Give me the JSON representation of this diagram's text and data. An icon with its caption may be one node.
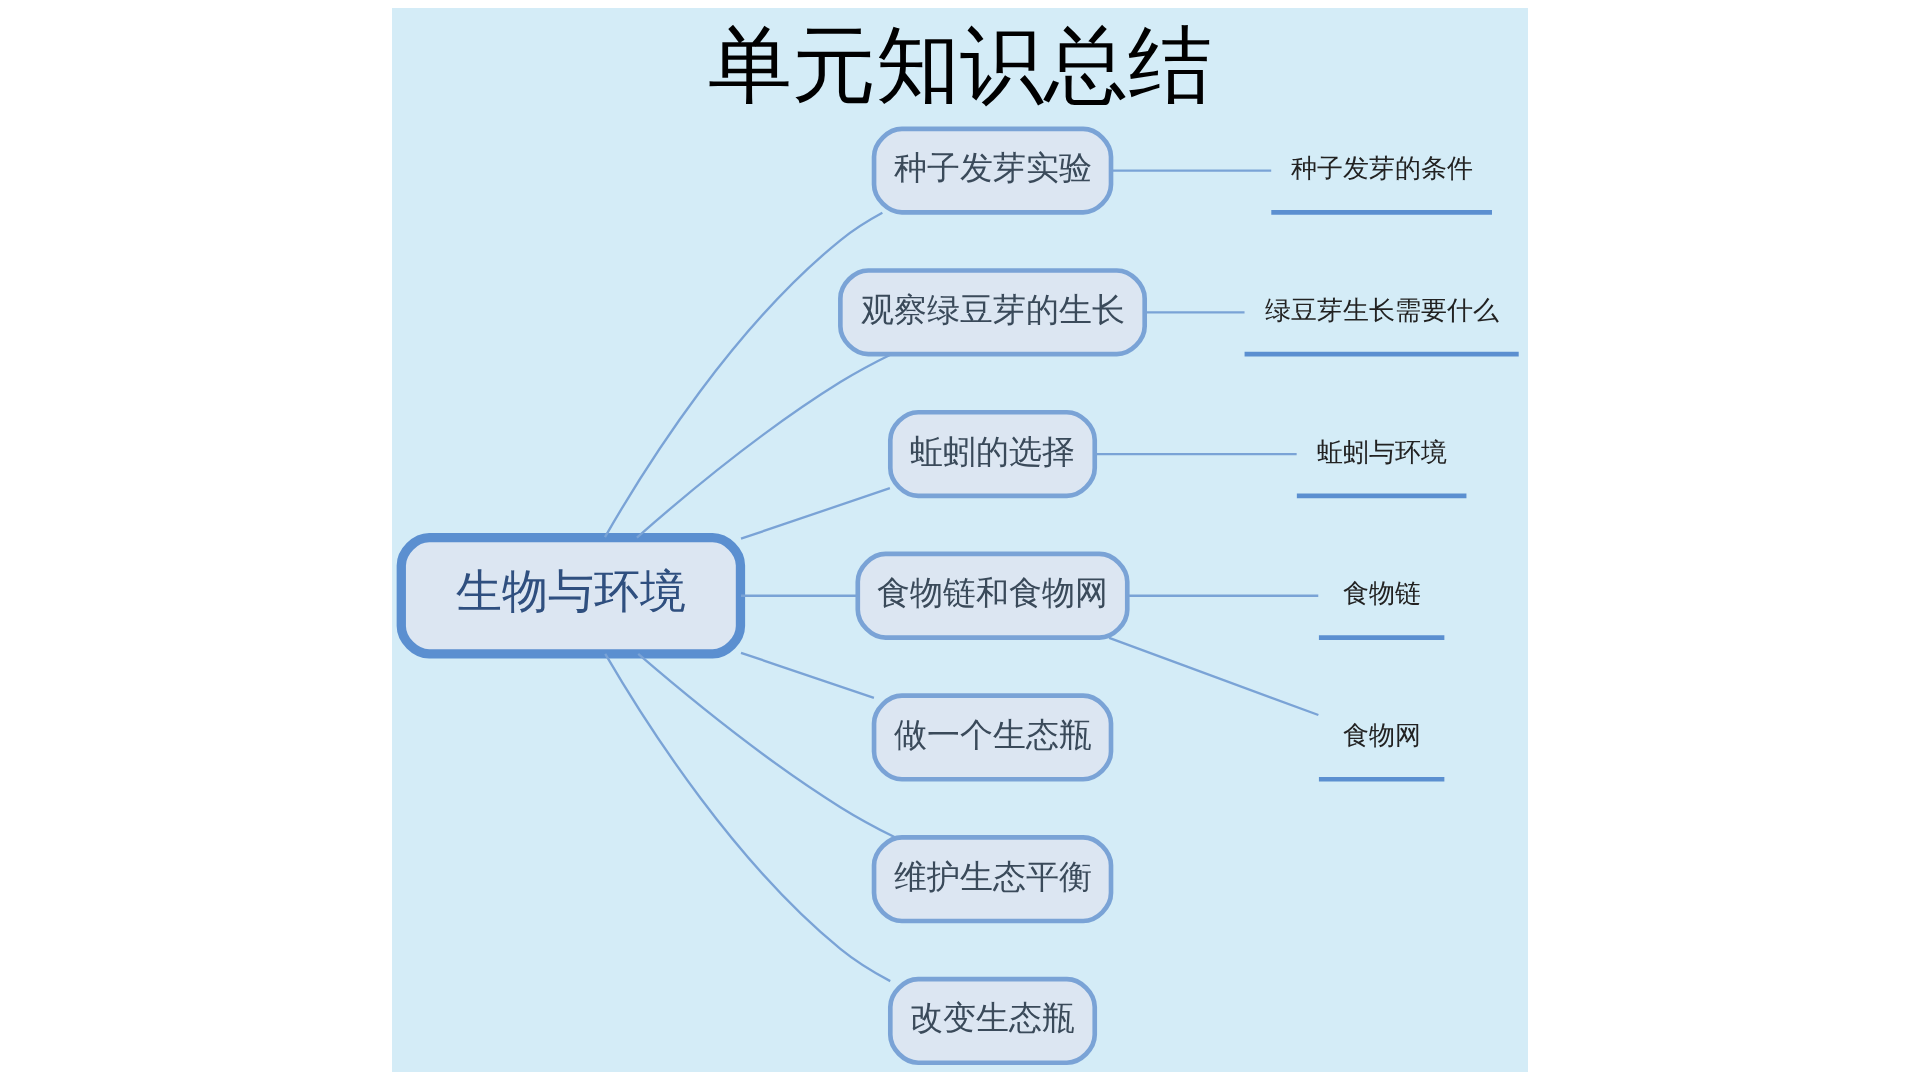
{
  "diagram": {
    "title": "单元知识总结",
    "nodes": [
      {
        "text": [
          "生物与环境"
        ]
      },
      {
        "text": [
          "种子发芽实验"
        ]
      },
      {
        "text": [
          "种子发芽的条件"
        ]
      },
      {
        "text": [
          "观察绿豆芽的生长"
        ]
      },
      {
        "text": [
          "绿豆芽生长需要什么"
        ]
      },
      {
        "text": [
          "蚯蚓的选择"
        ]
      },
      {
        "text": [
          "蚯蚓与环境"
        ]
      },
      {
        "text": [
          "食物链和食物网"
        ]
      },
      {
        "text": [
          "食物链"
        ]
      },
      {
        "text": [
          "食物网"
        ]
      },
      {
        "text": [
          "做一个生态瓶"
        ]
      },
      {
        "text": [
          "维护生态平衡"
        ]
      },
      {
        "text": [
          "改变生态瓶"
        ]
      }
    ],
    "edges": [
      {
        "from": 0,
        "to": 1,
        "arrow": "none"
      },
      {
        "from": 1,
        "to": 2,
        "arrow": "none"
      },
      {
        "from": 0,
        "to": 3,
        "arrow": "none"
      },
      {
        "from": 3,
        "to": 4,
        "arrow": "none"
      },
      {
        "from": 0,
        "to": 5,
        "arrow": "none"
      },
      {
        "from": 5,
        "to": 6,
        "arrow": "none"
      },
      {
        "from": 0,
        "to": 7,
        "arrow": "none"
      },
      {
        "from": 7,
        "to": 8,
        "arrow": "none"
      },
      {
        "from": 7,
        "to": 9,
        "arrow": "none"
      },
      {
        "from": 0,
        "to": 10,
        "arrow": "none"
      },
      {
        "from": 0,
        "to": 11,
        "arrow": "none"
      },
      {
        "from": 0,
        "to": 12,
        "arrow": "none"
      }
    ]
  }
}
